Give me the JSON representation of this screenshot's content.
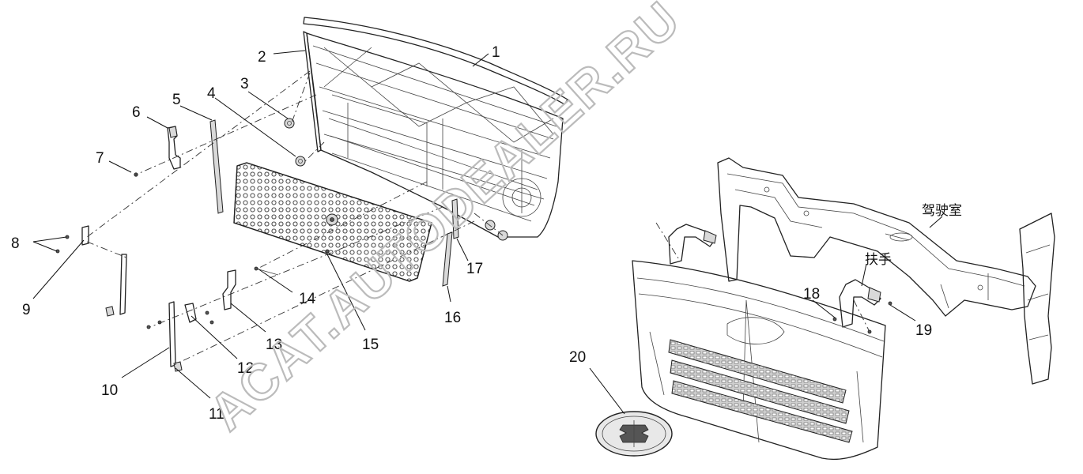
{
  "watermark": "ACAT.AUTODEALER.RU",
  "labels": {
    "cab": "驾驶室",
    "handle": "扶手"
  },
  "callouts": [
    {
      "id": "c1",
      "text": "1"
    },
    {
      "id": "c2",
      "text": "2"
    },
    {
      "id": "c3",
      "text": "3"
    },
    {
      "id": "c4",
      "text": "4"
    },
    {
      "id": "c5",
      "text": "5"
    },
    {
      "id": "c6",
      "text": "6"
    },
    {
      "id": "c7",
      "text": "7"
    },
    {
      "id": "c8",
      "text": "8"
    },
    {
      "id": "c9",
      "text": "9"
    },
    {
      "id": "c10",
      "text": "10"
    },
    {
      "id": "c11",
      "text": "11"
    },
    {
      "id": "c12",
      "text": "12"
    },
    {
      "id": "c13",
      "text": "13"
    },
    {
      "id": "c14",
      "text": "14"
    },
    {
      "id": "c15",
      "text": "15"
    },
    {
      "id": "c16",
      "text": "16"
    },
    {
      "id": "c17",
      "text": "17"
    },
    {
      "id": "c18",
      "text": "18"
    },
    {
      "id": "c19",
      "text": "19"
    },
    {
      "id": "c20",
      "text": "20"
    }
  ]
}
